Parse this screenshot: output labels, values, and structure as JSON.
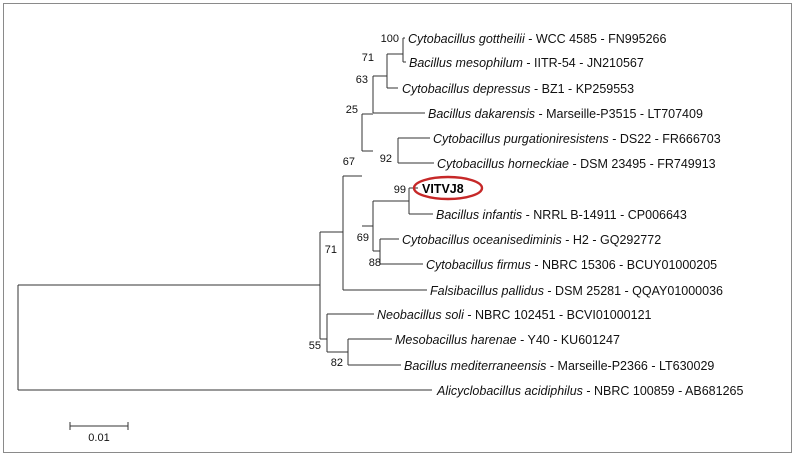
{
  "taxa": [
    {
      "id": "gottheilii",
      "species": "Cytobacillus gottheilii",
      "strain": " - WCC 4585 - FN995266"
    },
    {
      "id": "mesophilum",
      "species": "Bacillus mesophilum",
      "strain": " - IITR-54 - JN210567"
    },
    {
      "id": "depressus",
      "species": "Cytobacillus depressus",
      "strain": " - BZ1 - KP259553"
    },
    {
      "id": "dakarensis",
      "species": "Bacillus dakarensis",
      "strain": " - Marseille-P3515 - LT707409"
    },
    {
      "id": "purgationiresistens",
      "species": "Cytobacillus purgationiresistens",
      "strain": " - DS22 - FR666703"
    },
    {
      "id": "horneckiae",
      "species": "Cytobacillus horneckiae",
      "strain": " - DSM 23495 - FR749913"
    },
    {
      "id": "vitvj8",
      "species": "",
      "strain": "VITVJ8",
      "highlight": true
    },
    {
      "id": "infantis",
      "species": "Bacillus infantis",
      "strain": " - NRRL B-14911 - CP006643"
    },
    {
      "id": "oceanisediminis",
      "species": "Cytobacillus oceanisediminis",
      "strain": " - H2 - GQ292772"
    },
    {
      "id": "firmus",
      "species": "Cytobacillus firmus",
      "strain": " - NBRC 15306 - BCUY01000205"
    },
    {
      "id": "pallidus",
      "species": "Falsibacillus pallidus",
      "strain": " - DSM 25281 - QQAY01000036"
    },
    {
      "id": "soli",
      "species": "Neobacillus soli",
      "strain": " - NBRC 102451 - BCVI01000121"
    },
    {
      "id": "harenae",
      "species": "Mesobacillus harenae",
      "strain": " - Y40 - KU601247"
    },
    {
      "id": "mediterraneensis",
      "species": "Bacillus mediterraneensis",
      "strain": " - Marseille-P2366 - LT630029"
    },
    {
      "id": "acidiphilus",
      "species": "Alicyclobacillus acidiphilus",
      "strain": " - NBRC 100859 - AB681265"
    }
  ],
  "bootstrap": [
    "100",
    "71",
    "63",
    "25",
    "92",
    "67",
    "99",
    "69",
    "88",
    "71",
    "55",
    "82"
  ],
  "scale_bar": {
    "label": "0.01"
  },
  "highlight_color": "#c62828"
}
